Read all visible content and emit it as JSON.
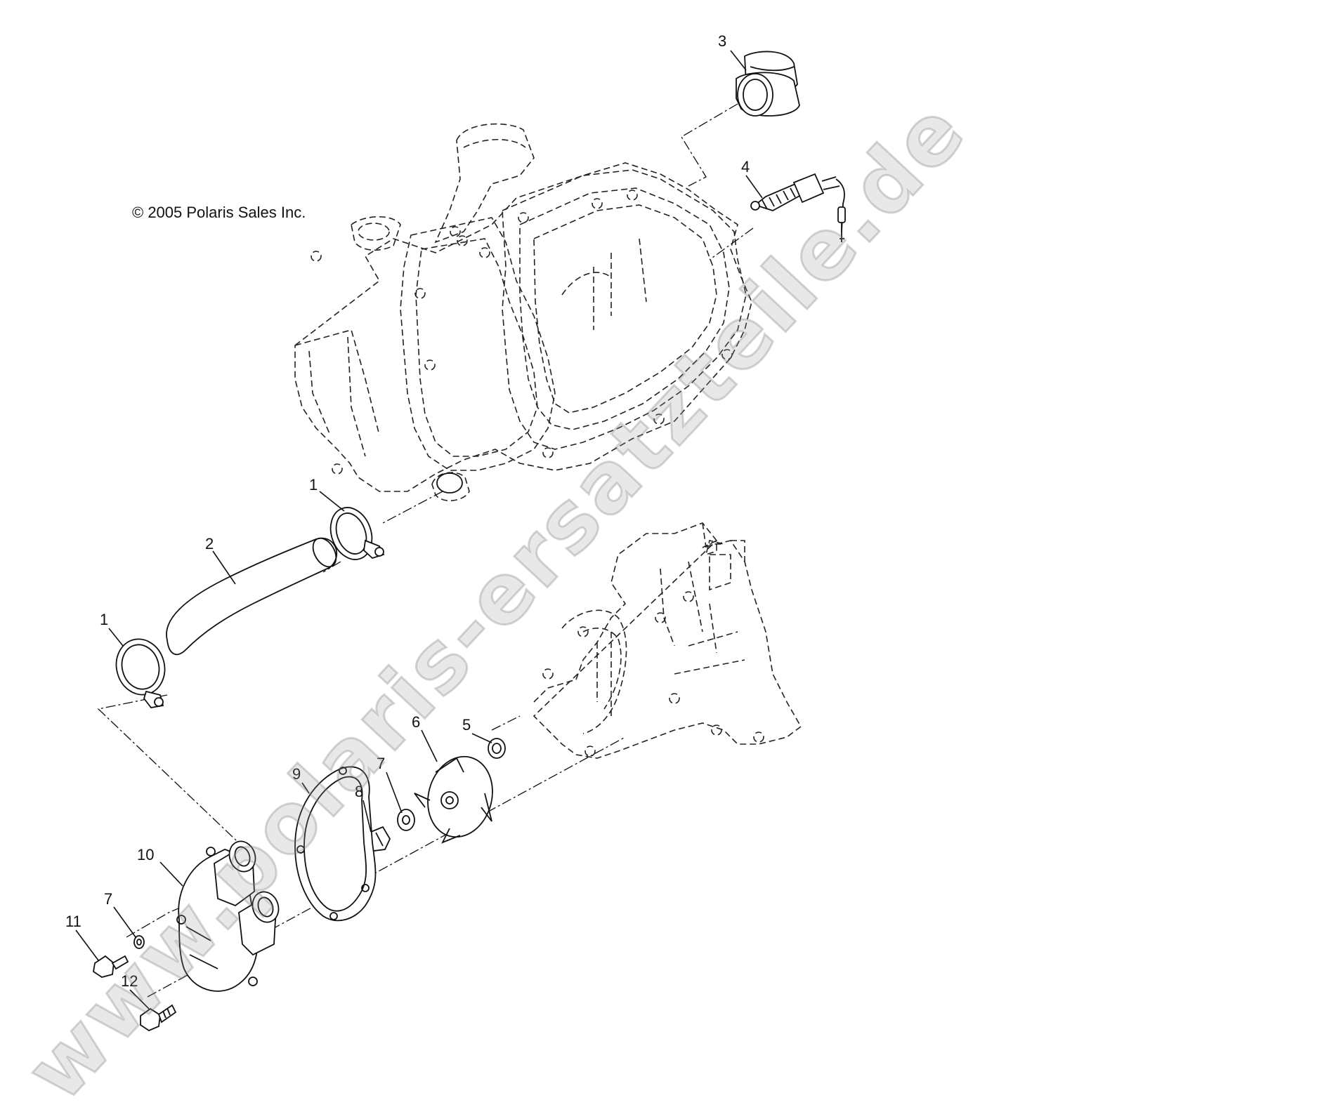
{
  "copyright": "© 2005 Polaris Sales Inc.",
  "watermark": "www.polaris-ersatzteile.de",
  "callouts": [
    {
      "id": "c3",
      "label": "3"
    },
    {
      "id": "c4",
      "label": "4"
    },
    {
      "id": "c1a",
      "label": "1"
    },
    {
      "id": "c2",
      "label": "2"
    },
    {
      "id": "c1b",
      "label": "1"
    },
    {
      "id": "c6",
      "label": "6"
    },
    {
      "id": "c5",
      "label": "5"
    },
    {
      "id": "c7a",
      "label": "7"
    },
    {
      "id": "c8",
      "label": "8"
    },
    {
      "id": "c9",
      "label": "9"
    },
    {
      "id": "c10",
      "label": "10"
    },
    {
      "id": "c7b",
      "label": "7"
    },
    {
      "id": "c11",
      "label": "11"
    },
    {
      "id": "c12",
      "label": "12"
    }
  ]
}
